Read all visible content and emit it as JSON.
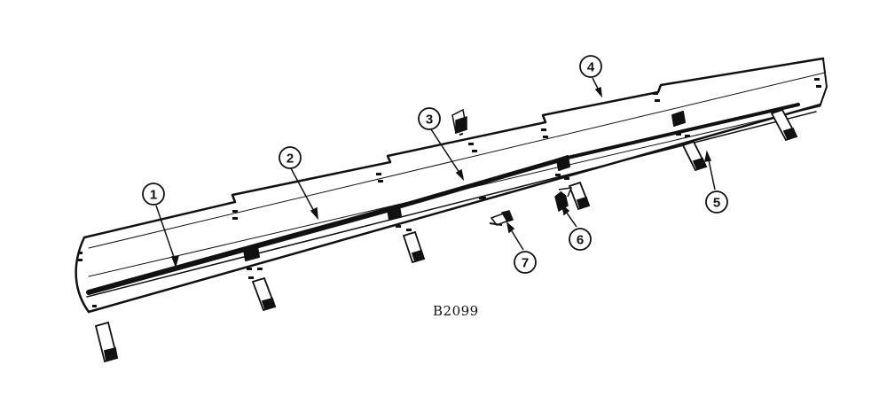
{
  "figure": {
    "reference_code": "B2099",
    "line_color": "#111111",
    "background": "#ffffff"
  },
  "callouts": [
    {
      "number": "1"
    },
    {
      "number": "2"
    },
    {
      "number": "3"
    },
    {
      "number": "4"
    },
    {
      "number": "5"
    },
    {
      "number": "6"
    },
    {
      "number": "7"
    }
  ]
}
